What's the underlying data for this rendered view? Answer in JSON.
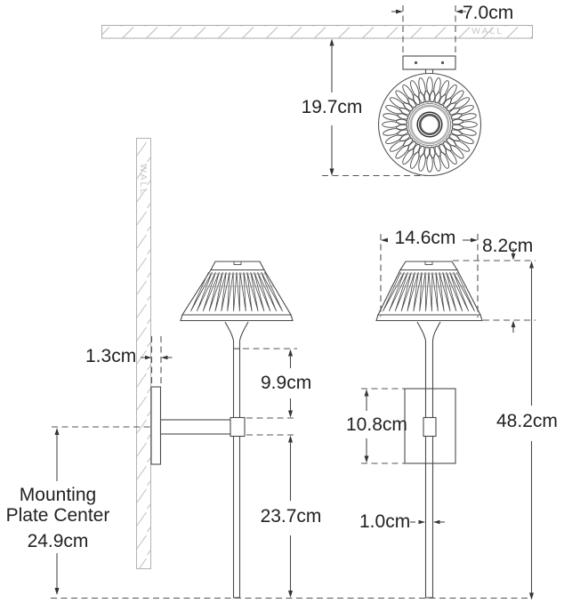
{
  "drawing": {
    "wall_label_top": "WALL",
    "wall_label_side": "WALL",
    "dims": {
      "backplate_depth": "7.0cm",
      "fixture_diameter": "19.7cm",
      "backplate_thickness": "1.3cm",
      "shade_to_arm": "9.9cm",
      "arm_to_bottom": "23.7cm",
      "mounting_plate_center_label": "Mounting Plate Center",
      "mounting_plate_center_height": "24.9cm",
      "shade_width": "14.6cm",
      "shade_height": "8.2cm",
      "backplate_height": "10.8cm",
      "overall_height": "48.2cm",
      "stem_width": "1.0cm"
    },
    "colors": {
      "line": "#4a4a4a",
      "wall": "#b5b5b5",
      "text": "#222222"
    }
  }
}
